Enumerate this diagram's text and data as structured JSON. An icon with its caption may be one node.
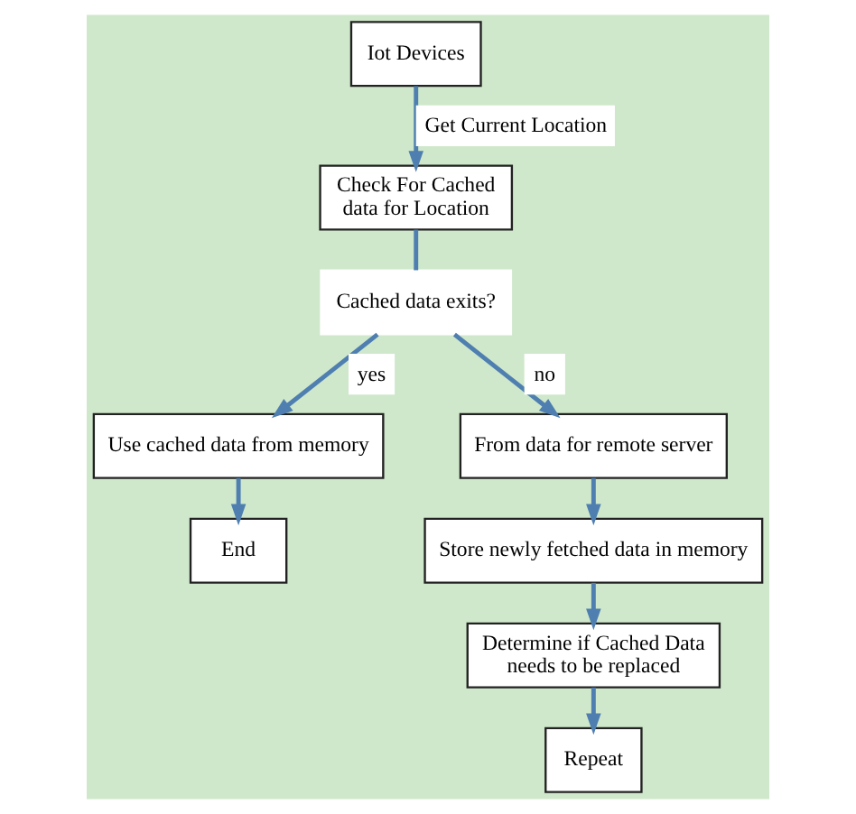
{
  "diagram": {
    "nodes": [
      {
        "text": [
          "Iot Devices"
        ]
      },
      {
        "text": [
          "Check For Cached data for Location"
        ]
      },
      {
        "text": [
          "Cached data exits?"
        ]
      },
      {
        "text": [
          "Use cached data from memory"
        ]
      },
      {
        "text": [
          "End"
        ]
      },
      {
        "text": [
          "From data for remote server"
        ]
      },
      {
        "text": [
          "Store newly fetched data in memory"
        ]
      },
      {
        "text": [
          "Determine if Cached Data needs to be replaced"
        ]
      },
      {
        "text": [
          "Repeat"
        ]
      }
    ],
    "edges": [
      {
        "from": 0,
        "to": 1,
        "arrow": "to",
        "label": "Get Current Location"
      },
      {
        "from": 1,
        "to": 2,
        "arrow": "none"
      },
      {
        "from": 2,
        "to": 3,
        "arrow": "to",
        "label": "yes"
      },
      {
        "from": 2,
        "to": 5,
        "arrow": "to",
        "label": "no"
      },
      {
        "from": 3,
        "to": 4,
        "arrow": "to"
      },
      {
        "from": 5,
        "to": 6,
        "arrow": "to"
      },
      {
        "from": 6,
        "to": 7,
        "arrow": "to"
      },
      {
        "from": 7,
        "to": 8,
        "arrow": "to"
      }
    ]
  }
}
